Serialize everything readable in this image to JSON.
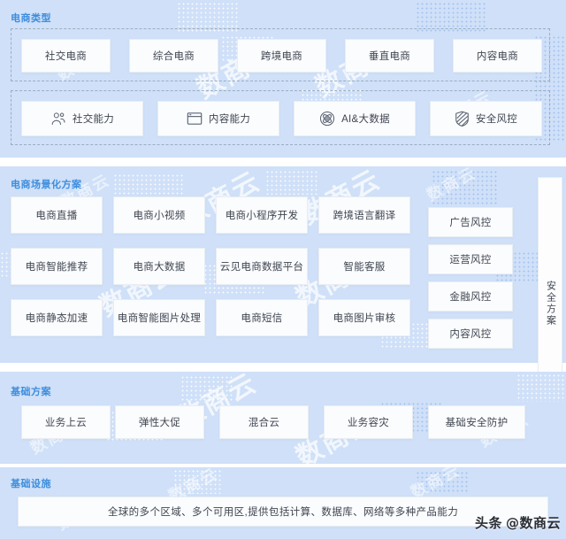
{
  "sections": {
    "ecommerce_types": {
      "title": "电商类型",
      "items": [
        {
          "label": "社交电商"
        },
        {
          "label": "综合电商"
        },
        {
          "label": "跨境电商"
        },
        {
          "label": "垂直电商"
        },
        {
          "label": "内容电商"
        }
      ]
    },
    "capabilities": {
      "items": [
        {
          "label": "社交能力",
          "icon": "users-icon"
        },
        {
          "label": "内容能力",
          "icon": "window-icon"
        },
        {
          "label": "AI&大数据",
          "icon": "atom-icon"
        },
        {
          "label": "安全风控",
          "icon": "shield-icon"
        }
      ]
    },
    "scenario_solutions": {
      "title": "电商场景化方案",
      "rows": [
        [
          {
            "label": "电商直播"
          },
          {
            "label": "电商小视频"
          },
          {
            "label": "电商小程序开发"
          },
          {
            "label": "跨境语言翻译"
          }
        ],
        [
          {
            "label": "电商智能推荐"
          },
          {
            "label": "电商大数据"
          },
          {
            "label": "云见电商数据平台"
          },
          {
            "label": "智能客服"
          }
        ],
        [
          {
            "label": "电商静态加速"
          },
          {
            "label": "电商智能图片处理"
          },
          {
            "label": "电商短信"
          },
          {
            "label": "电商图片审核"
          }
        ]
      ]
    },
    "risk_control": {
      "items": [
        {
          "label": "广告风控"
        },
        {
          "label": "运营风控"
        },
        {
          "label": "金融风控"
        },
        {
          "label": "内容风控"
        }
      ]
    },
    "security_panel": {
      "label": "安全方案"
    },
    "basic_solutions": {
      "title": "基础方案",
      "items": [
        {
          "label": "业务上云"
        },
        {
          "label": "弹性大促"
        },
        {
          "label": "混合云"
        },
        {
          "label": "业务容灾"
        },
        {
          "label": "基础安全防护"
        }
      ]
    },
    "infrastructure": {
      "title": "基础设施",
      "description": "全球的多个区域、多个可用区,提供包括计算、数据库、网络等多种产品能力"
    }
  },
  "watermark": {
    "text": "数商云",
    "brand_prefix": "头条",
    "brand_handle": "@数商云"
  },
  "colors": {
    "panel_blue": "#cfe0f8",
    "title_blue": "#3d8ddd",
    "card_bg": "#fbfcfe",
    "text_dark": "#3f4550"
  }
}
